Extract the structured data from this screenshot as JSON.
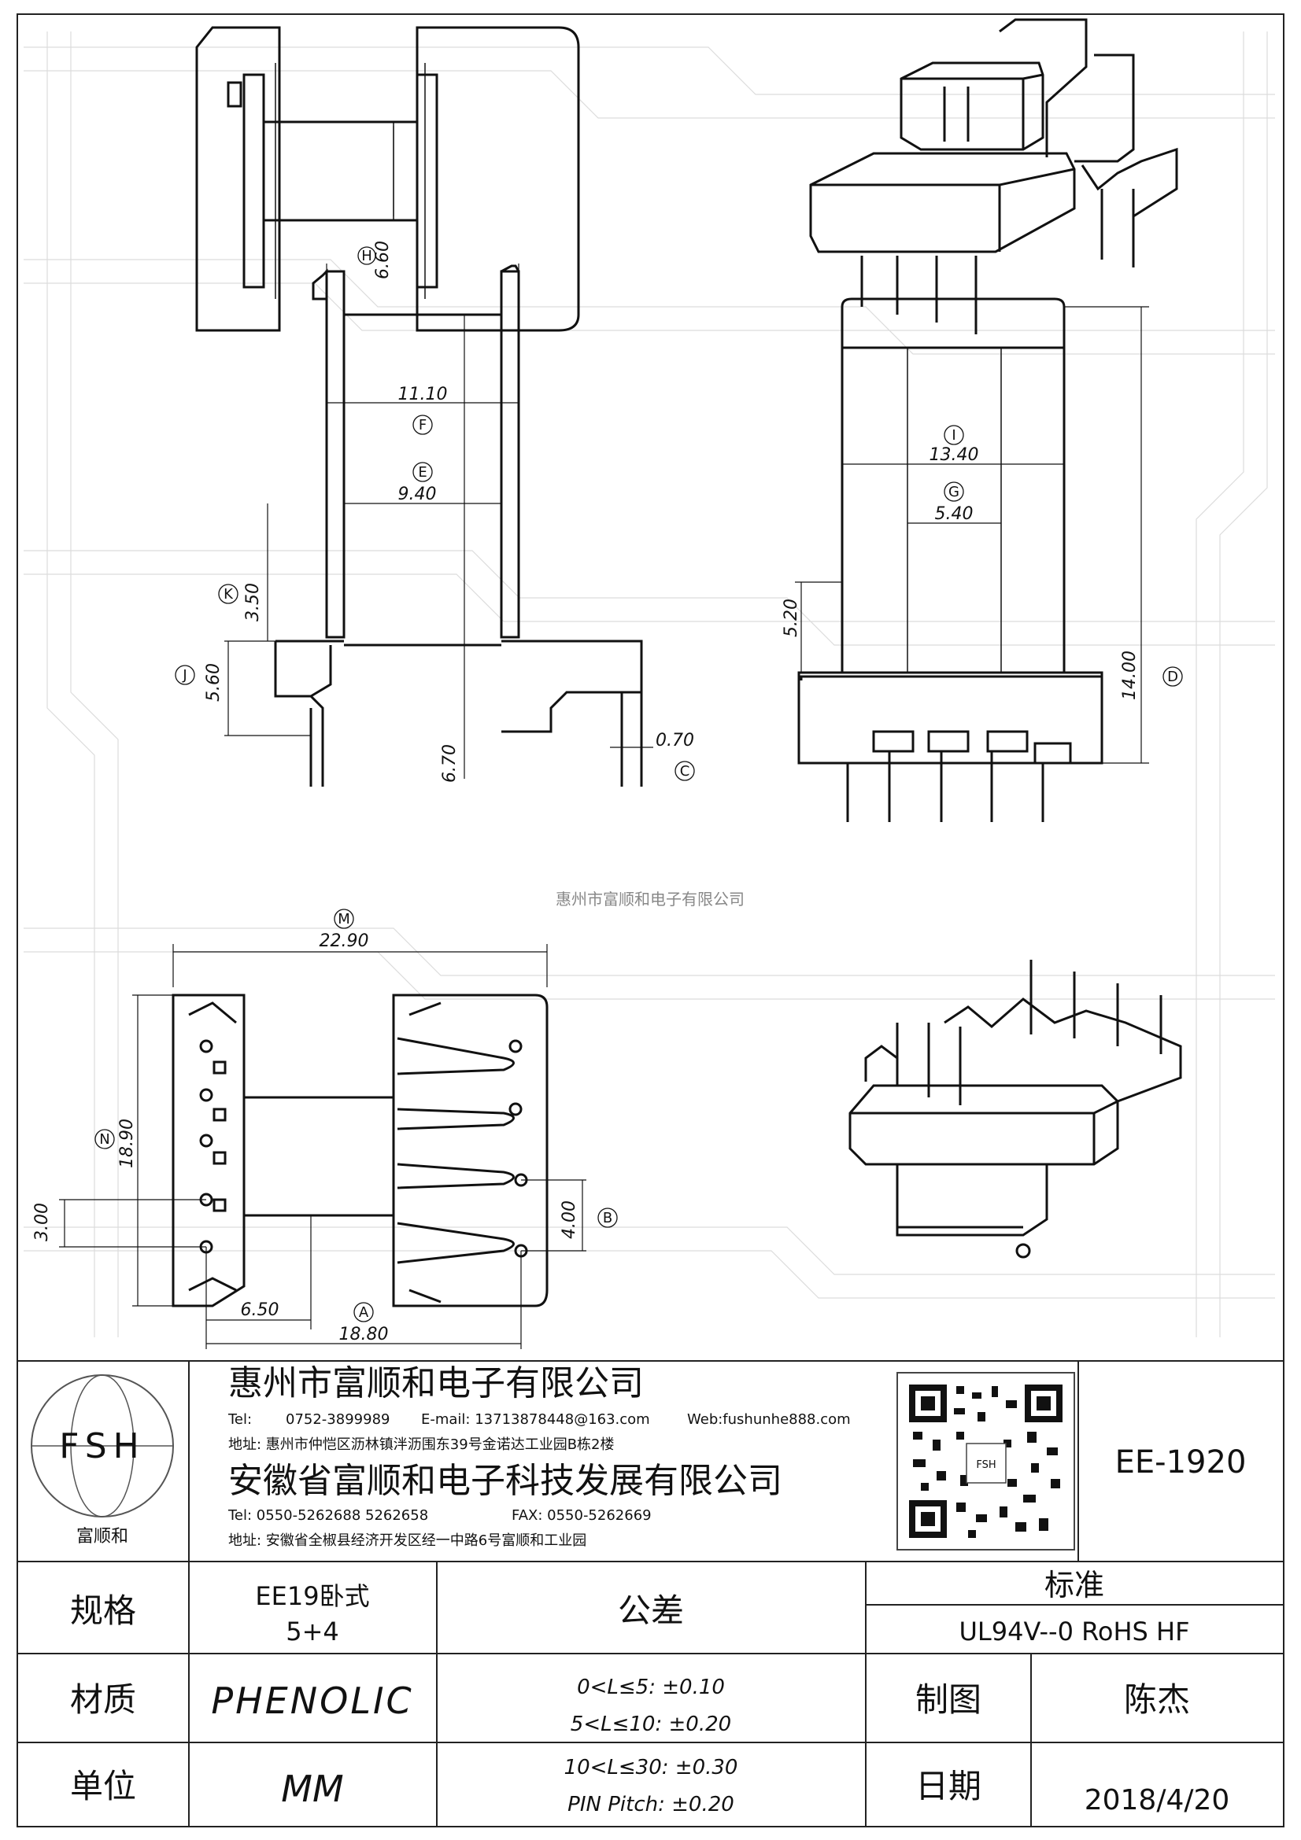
{
  "watermark": "惠州市富顺和电子有限公司",
  "views": {
    "side_top": {
      "dim_H": {
        "letter": "H",
        "value": "6.60"
      }
    },
    "front": {
      "dim_F": {
        "letter": "F",
        "value": "11.10"
      },
      "dim_E": {
        "letter": "E",
        "value": "9.40"
      },
      "dim_K": {
        "letter": "K",
        "value": "3.50"
      },
      "dim_J": {
        "letter": "J",
        "value": "5.60"
      },
      "dim_center": {
        "value": "6.70"
      },
      "dim_C": {
        "letter": "C",
        "value": "0.70"
      }
    },
    "side": {
      "dim_I": {
        "letter": "I",
        "value": "13.40"
      },
      "dim_G": {
        "letter": "G",
        "value": "5.40"
      },
      "dim_left": {
        "value": "5.20"
      },
      "dim_D": {
        "letter": "D",
        "value": "14.00"
      }
    },
    "bottom": {
      "dim_M": {
        "letter": "M",
        "value": "22.90"
      },
      "dim_N": {
        "letter": "N",
        "value": "18.90"
      },
      "dim_pitch_left": {
        "value": "3.00"
      },
      "dim_B": {
        "letter": "B",
        "value": "4.00"
      },
      "dim_650": {
        "value": "6.50"
      },
      "dim_A": {
        "letter": "A",
        "value": "18.80"
      }
    }
  },
  "title_block": {
    "logo": {
      "letters": "FSH",
      "caption": "富顺和"
    },
    "company1": {
      "name": "惠州市富顺和电子有限公司",
      "contact_tel_label": "Tel:",
      "contact_tel": "0752-3899989",
      "contact_email": "E-mail: 13713878448@163.com",
      "contact_web": "Web:fushunhe888.com",
      "address": "地址:  惠州市仲恺区沥林镇泮沥围东39号金诺达工业园B栋2楼"
    },
    "company2": {
      "name": "安徽省富顺和电子科技发展有限公司",
      "contact_tel": "Tel:  0550-5262688   5262658",
      "contact_fax": "FAX: 0550-5262669",
      "address": "地址:  安徽省全椒县经济开发区经一中路6号富顺和工业园"
    },
    "qr_caption": "FSH",
    "part_number": "EE-1920",
    "rows": {
      "spec_label": "规格",
      "spec_value_1": "EE19卧式",
      "spec_value_2": "5+4",
      "tolerance_label": "公差",
      "standard_label": "标准",
      "standard_value": "UL94V--0  RoHS HF",
      "material_label": "材质",
      "material_value": "PHENOLIC",
      "tolerances": [
        "0<L≤5: ±0.10",
        "5<L≤10: ±0.20",
        "10<L≤30: ±0.30",
        "PIN Pitch: ±0.20"
      ],
      "drawn_label": "制图",
      "drawn_value": "陈杰",
      "unit_label": "单位",
      "unit_value": "MM",
      "date_label": "日期",
      "date_value": "2018/4/20"
    }
  }
}
